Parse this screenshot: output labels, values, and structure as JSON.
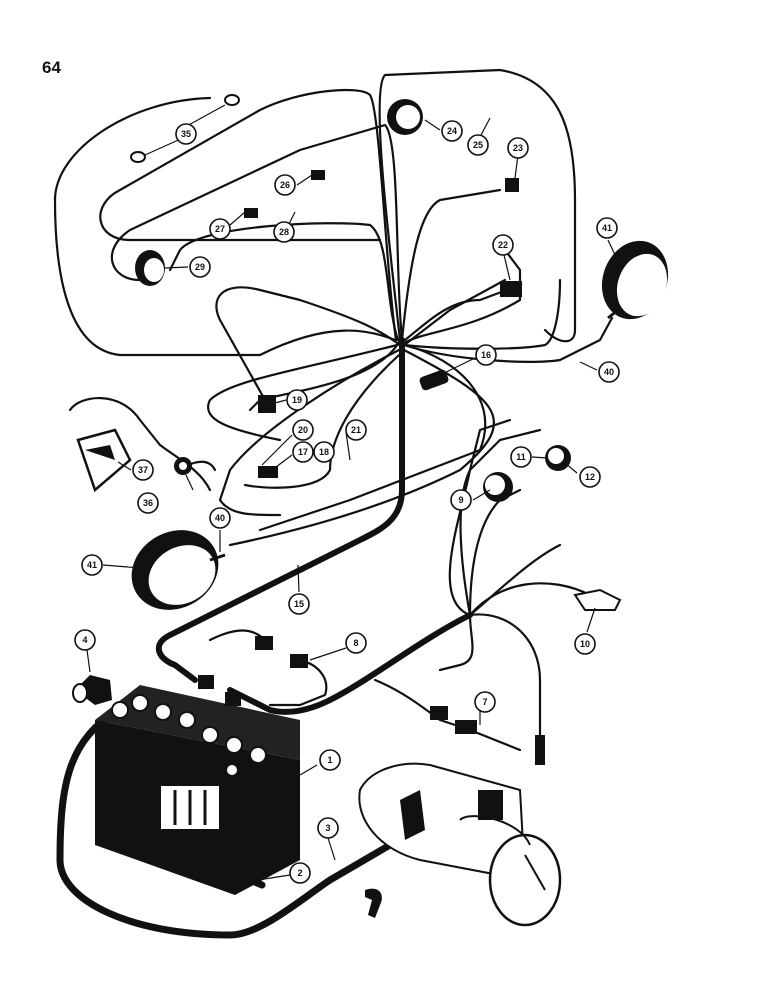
{
  "page": {
    "number": "64"
  },
  "callouts": [
    {
      "id": "c1",
      "label": "1"
    },
    {
      "id": "c2",
      "label": "2"
    },
    {
      "id": "c3",
      "label": "3"
    },
    {
      "id": "c4",
      "label": "4"
    },
    {
      "id": "c7",
      "label": "7"
    },
    {
      "id": "c8",
      "label": "8"
    },
    {
      "id": "c9",
      "label": "9"
    },
    {
      "id": "c10",
      "label": "10"
    },
    {
      "id": "c11",
      "label": "11"
    },
    {
      "id": "c12",
      "label": "12"
    },
    {
      "id": "c15",
      "label": "15"
    },
    {
      "id": "c16",
      "label": "16"
    },
    {
      "id": "c17",
      "label": "17"
    },
    {
      "id": "c18",
      "label": "18"
    },
    {
      "id": "c19",
      "label": "19"
    },
    {
      "id": "c20",
      "label": "20"
    },
    {
      "id": "c21",
      "label": "21"
    },
    {
      "id": "c22",
      "label": "22"
    },
    {
      "id": "c23",
      "label": "23"
    },
    {
      "id": "c24",
      "label": "24"
    },
    {
      "id": "c25",
      "label": "25"
    },
    {
      "id": "c26",
      "label": "26"
    },
    {
      "id": "c27",
      "label": "27"
    },
    {
      "id": "c28",
      "label": "28"
    },
    {
      "id": "c29",
      "label": "29"
    },
    {
      "id": "c35",
      "label": "35"
    },
    {
      "id": "c36",
      "label": "36"
    },
    {
      "id": "c37",
      "label": "37"
    },
    {
      "id": "c40a",
      "label": "40"
    },
    {
      "id": "c40b",
      "label": "40"
    },
    {
      "id": "c41a",
      "label": "41"
    },
    {
      "id": "c41b",
      "label": "41"
    }
  ]
}
